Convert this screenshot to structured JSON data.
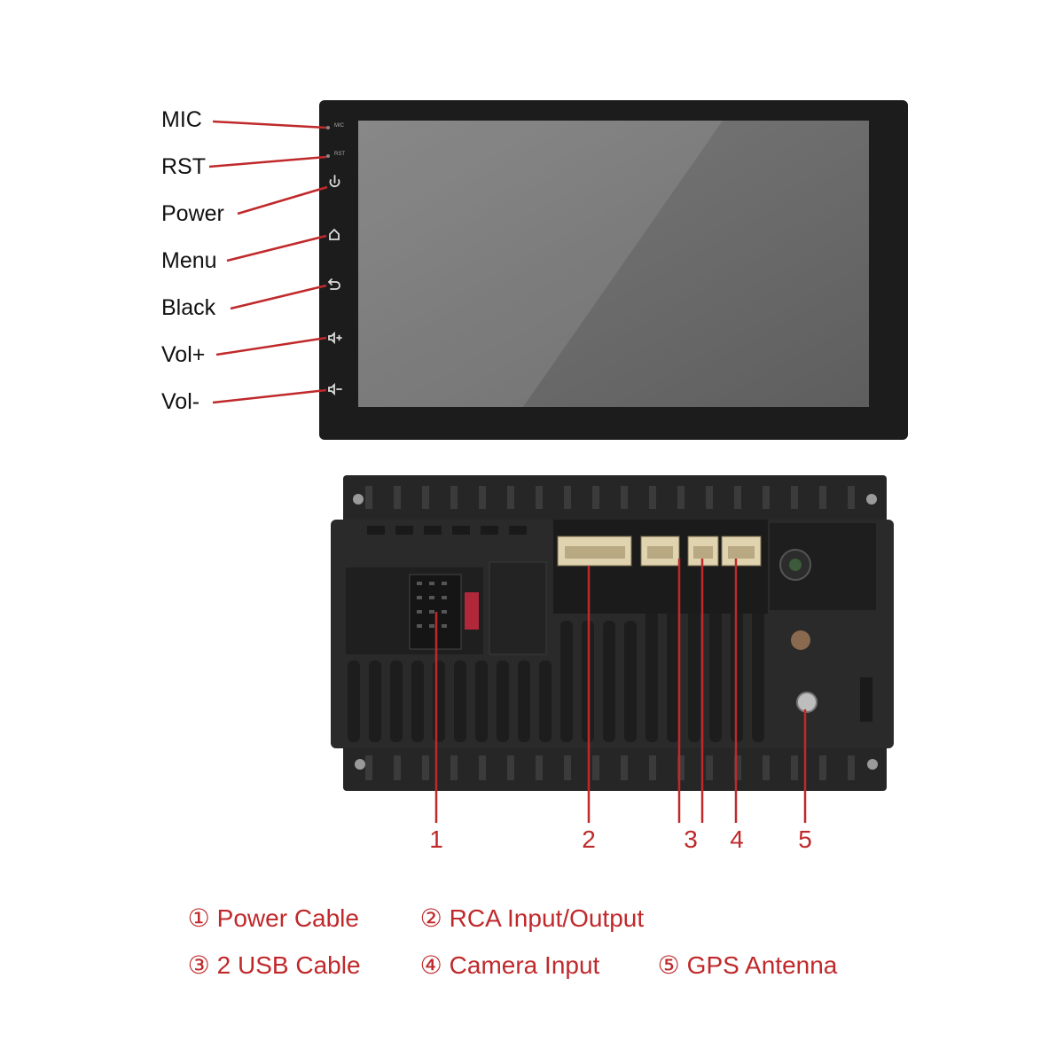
{
  "front_buttons": [
    {
      "label": "MIC",
      "icon": "mic-hole"
    },
    {
      "label": "RST",
      "icon": "reset-hole"
    },
    {
      "label": "Power",
      "icon": "power-icon"
    },
    {
      "label": "Menu",
      "icon": "home-icon"
    },
    {
      "label": "Black",
      "icon": "back-icon"
    },
    {
      "label": "Vol+",
      "icon": "volume-up-icon"
    },
    {
      "label": "Vol-",
      "icon": "volume-down-icon"
    }
  ],
  "panel_tiny_labels": {
    "mic": "MIC",
    "rst": "RST"
  },
  "connector_numbers": [
    "1",
    "2",
    "3",
    "4",
    "5"
  ],
  "legend": [
    {
      "num": "①",
      "text": "Power Cable"
    },
    {
      "num": "②",
      "text": "RCA Input/Output"
    },
    {
      "num": "③",
      "text": "2 USB Cable"
    },
    {
      "num": "④",
      "text": "Camera Input"
    },
    {
      "num": "⑤",
      "text": "GPS Antenna"
    }
  ],
  "colors": {
    "callout": "#c0292b",
    "bezel": "#1c1c1c",
    "screen": "#6e6e6e",
    "connector": "#e0d3b0",
    "chassis": "#2a2a2a"
  }
}
